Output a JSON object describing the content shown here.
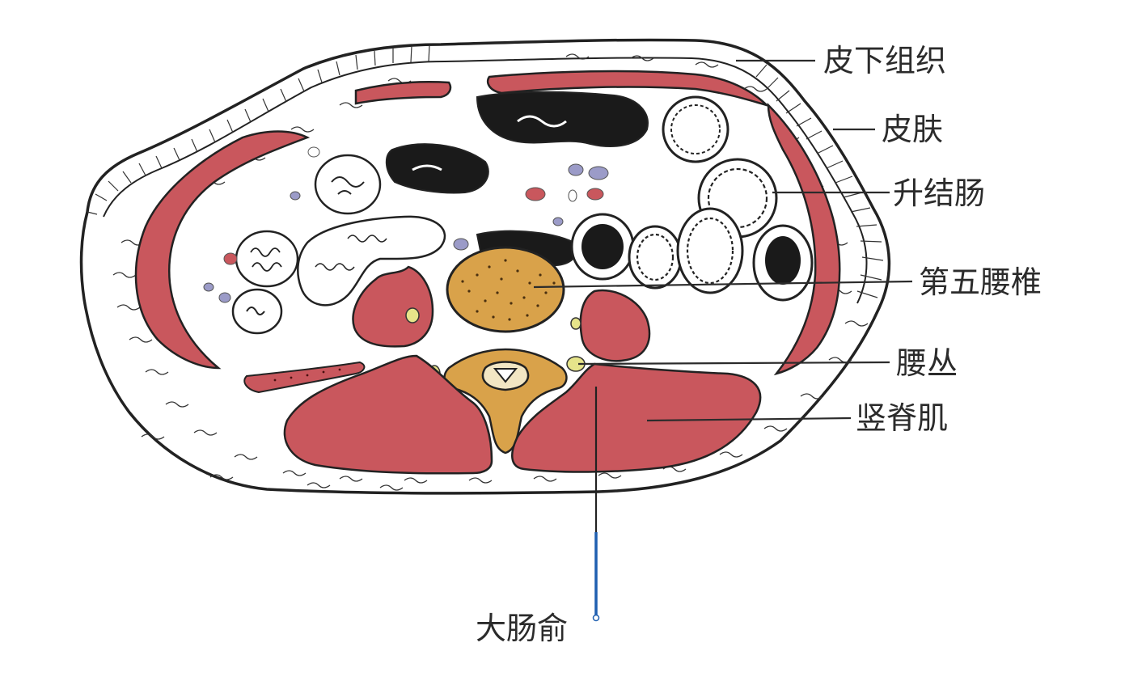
{
  "labels": {
    "subcutaneous": "皮下组织",
    "skin": "皮肤",
    "ascending_colon": "升结肠",
    "l5_vertebra": "第五腰椎",
    "lumbar_plexus": "腰丛",
    "erector_spinae": "竖脊肌",
    "acupoint": "大肠俞"
  },
  "colors": {
    "muscle": "#c9575d",
    "bone": "#d9a24a",
    "nerve": "#e6e48a",
    "vessel": "#9b9bc8",
    "line": "#222222",
    "needle": "#1f5fb0"
  }
}
